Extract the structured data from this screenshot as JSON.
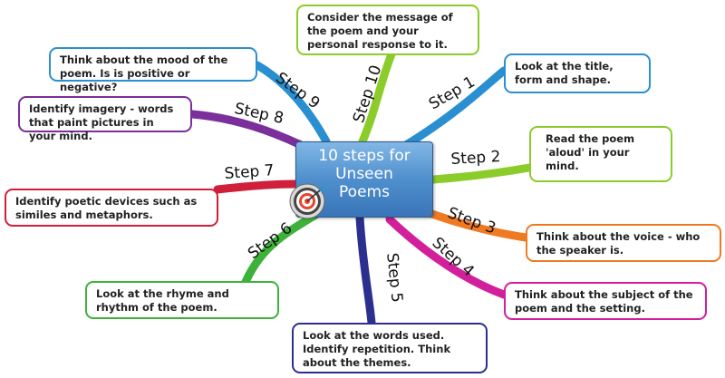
{
  "center": {
    "lines": [
      "10 steps for",
      "Unseen",
      "Poems"
    ]
  },
  "steps": [
    {
      "label": "Step 1",
      "text": "Look at the title, form and shape.",
      "color": "#2a8fd0"
    },
    {
      "label": "Step 2",
      "text": "Read the poem 'aloud' in your mind.",
      "color": "#8ccc2a"
    },
    {
      "label": "Step 3",
      "text": "Think about the voice - who the speaker is.",
      "color": "#f07a22"
    },
    {
      "label": "Step 4",
      "text": "Think about the subject of the poem and the setting.",
      "color": "#d21f9a"
    },
    {
      "label": "Step 5",
      "text": "Look at the words used. Identify repetition. Think about the themes.",
      "color": "#2b2f8e"
    },
    {
      "label": "Step 6",
      "text": "Look at the rhyme and rhythm of the poem.",
      "color": "#3cb23a"
    },
    {
      "label": "Step 7",
      "text": "Identify poetic devices such as similes and metaphors.",
      "color": "#cf1f3b"
    },
    {
      "label": "Step 8",
      "text": "Identify imagery - words that paint pictures in your mind.",
      "color": "#7a2f9a"
    },
    {
      "label": "Step 9",
      "text": "Think about the mood of the poem. Is is positive or negative?",
      "color": "#2a8fd0"
    },
    {
      "label": "Step 10",
      "text": "Consider the message of the poem and your personal response to it.",
      "color": "#8ccc2a"
    }
  ]
}
